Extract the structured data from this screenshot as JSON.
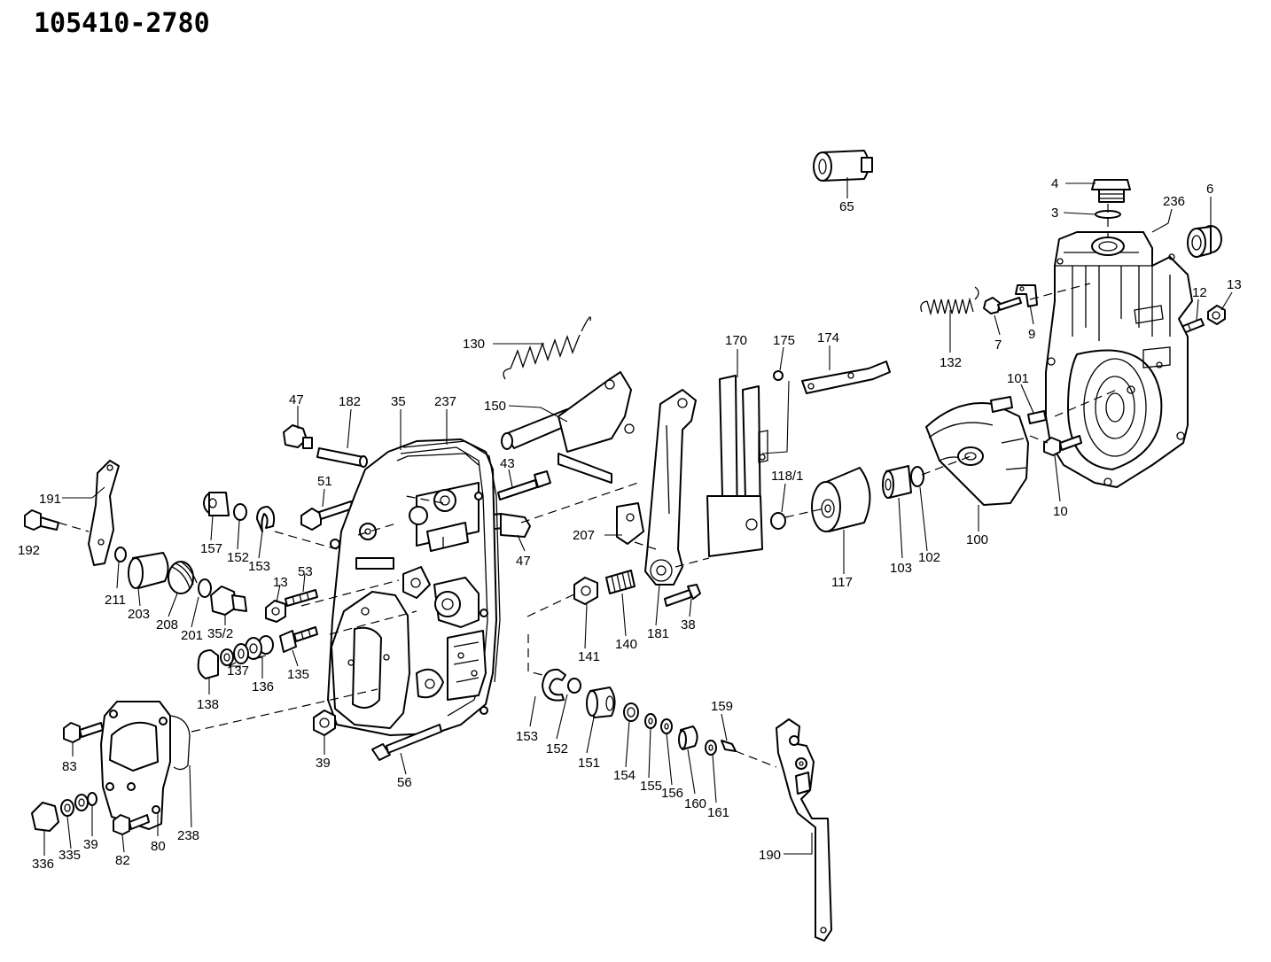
{
  "title": "105410-2780",
  "labels": [
    {
      "id": "65",
      "text": "65"
    },
    {
      "id": "4",
      "text": "4"
    },
    {
      "id": "3",
      "text": "3"
    },
    {
      "id": "236",
      "text": "236"
    },
    {
      "id": "6",
      "text": "6"
    },
    {
      "id": "12",
      "text": "12"
    },
    {
      "id": "13a",
      "text": "13"
    },
    {
      "id": "9",
      "text": "9"
    },
    {
      "id": "7",
      "text": "7"
    },
    {
      "id": "132",
      "text": "132"
    },
    {
      "id": "101",
      "text": "101"
    },
    {
      "id": "10",
      "text": "10"
    },
    {
      "id": "130",
      "text": "130"
    },
    {
      "id": "170",
      "text": "170"
    },
    {
      "id": "175",
      "text": "175"
    },
    {
      "id": "174",
      "text": "174"
    },
    {
      "id": "150",
      "text": "150"
    },
    {
      "id": "47a",
      "text": "47"
    },
    {
      "id": "182",
      "text": "182"
    },
    {
      "id": "35",
      "text": "35"
    },
    {
      "id": "237",
      "text": "237"
    },
    {
      "id": "191",
      "text": "191"
    },
    {
      "id": "192",
      "text": "192"
    },
    {
      "id": "51",
      "text": "51"
    },
    {
      "id": "43",
      "text": "43"
    },
    {
      "id": "157",
      "text": "157"
    },
    {
      "id": "152a",
      "text": "152"
    },
    {
      "id": "153a",
      "text": "153"
    },
    {
      "id": "47b",
      "text": "47"
    },
    {
      "id": "207",
      "text": "207"
    },
    {
      "id": "118_1",
      "text": "118/1"
    },
    {
      "id": "117",
      "text": "117"
    },
    {
      "id": "103",
      "text": "103"
    },
    {
      "id": "102",
      "text": "102"
    },
    {
      "id": "100",
      "text": "100"
    },
    {
      "id": "211",
      "text": "211"
    },
    {
      "id": "203",
      "text": "203"
    },
    {
      "id": "208",
      "text": "208"
    },
    {
      "id": "201",
      "text": "201"
    },
    {
      "id": "35_2",
      "text": "35/2"
    },
    {
      "id": "13b",
      "text": "13"
    },
    {
      "id": "53",
      "text": "53"
    },
    {
      "id": "141",
      "text": "141"
    },
    {
      "id": "140",
      "text": "140"
    },
    {
      "id": "181",
      "text": "181"
    },
    {
      "id": "38",
      "text": "38"
    },
    {
      "id": "138",
      "text": "138"
    },
    {
      "id": "137",
      "text": "137"
    },
    {
      "id": "136",
      "text": "136"
    },
    {
      "id": "135",
      "text": "135"
    },
    {
      "id": "153b",
      "text": "153"
    },
    {
      "id": "152b",
      "text": "152"
    },
    {
      "id": "151",
      "text": "151"
    },
    {
      "id": "154",
      "text": "154"
    },
    {
      "id": "155",
      "text": "155"
    },
    {
      "id": "156",
      "text": "156"
    },
    {
      "id": "160",
      "text": "160"
    },
    {
      "id": "161",
      "text": "161"
    },
    {
      "id": "159",
      "text": "159"
    },
    {
      "id": "83",
      "text": "83"
    },
    {
      "id": "39a",
      "text": "39"
    },
    {
      "id": "56",
      "text": "56"
    },
    {
      "id": "336",
      "text": "336"
    },
    {
      "id": "335",
      "text": "335"
    },
    {
      "id": "39b",
      "text": "39"
    },
    {
      "id": "82",
      "text": "82"
    },
    {
      "id": "80",
      "text": "80"
    },
    {
      "id": "238",
      "text": "238"
    },
    {
      "id": "190",
      "text": "190"
    }
  ]
}
